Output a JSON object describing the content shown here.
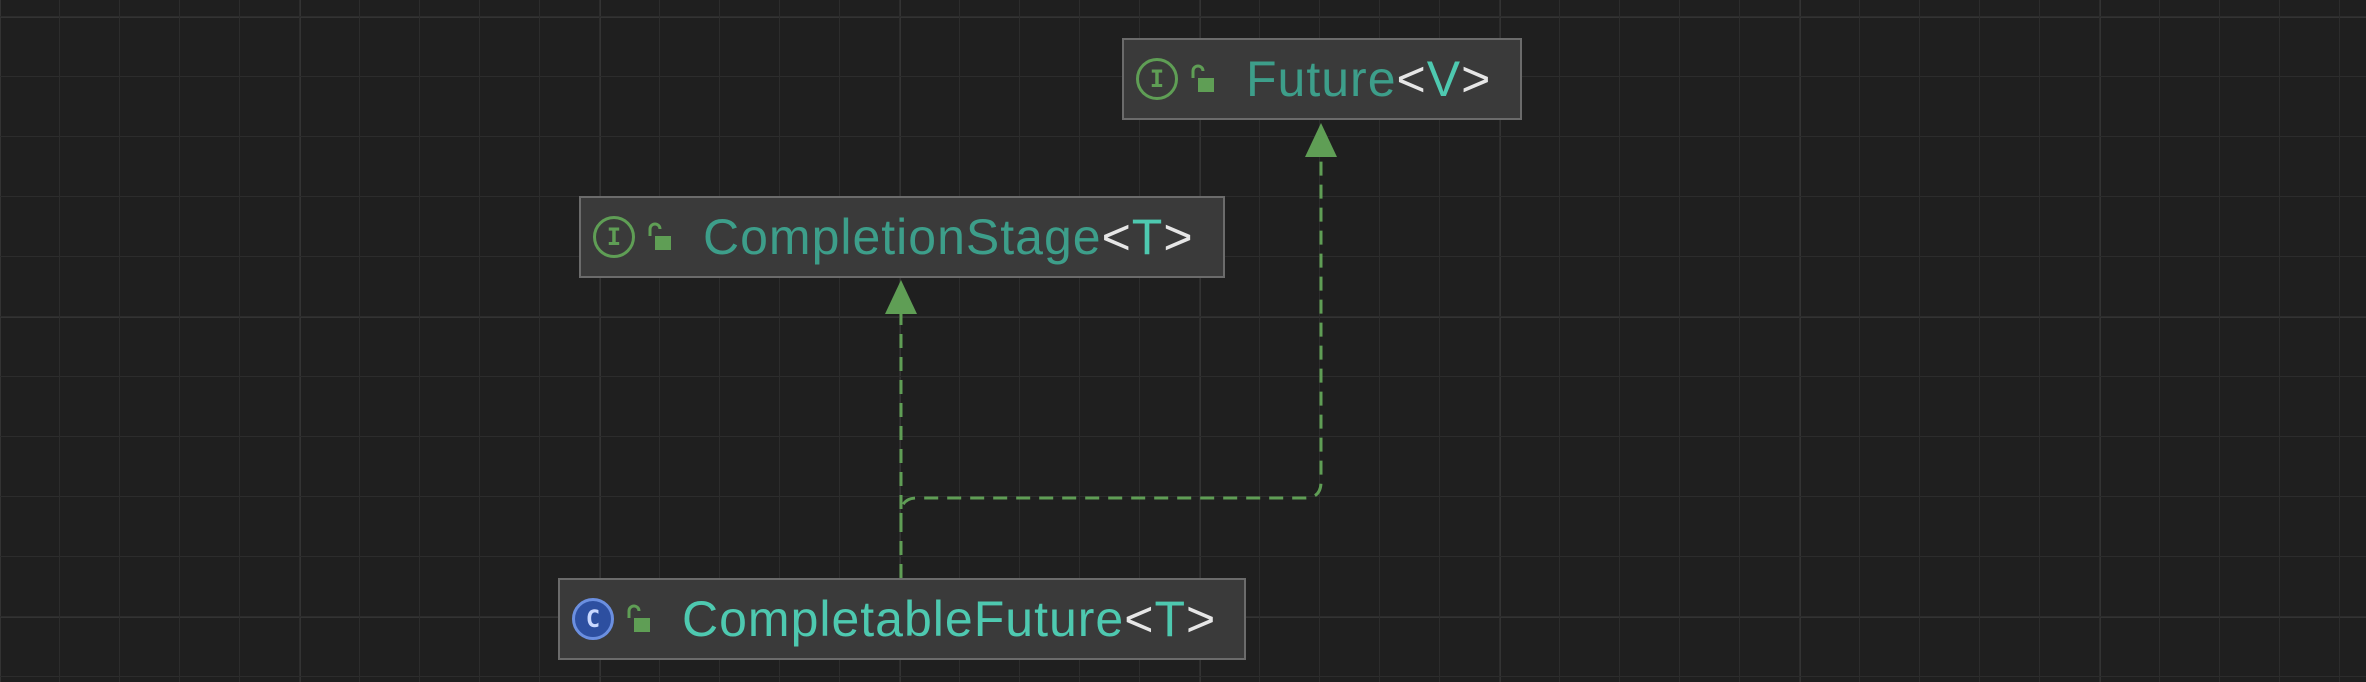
{
  "diagram": {
    "nodes": {
      "future": {
        "kind": "interface",
        "kind_glyph": "I",
        "name": "Future",
        "type_param": "V",
        "lock_icon": "unlocked-padlock-icon"
      },
      "completion_stage": {
        "kind": "interface",
        "kind_glyph": "I",
        "name": "CompletionStage",
        "type_param": "T",
        "lock_icon": "unlocked-padlock-icon"
      },
      "completable_future": {
        "kind": "class",
        "kind_glyph": "C",
        "name": "CompletableFuture",
        "type_param": "T",
        "lock_icon": "unlocked-padlock-icon"
      }
    },
    "edges": [
      {
        "from": "CompletableFuture",
        "to": "CompletionStage",
        "relation": "implements",
        "style": "dashed"
      },
      {
        "from": "CompletableFuture",
        "to": "Future",
        "relation": "implements",
        "style": "dashed"
      }
    ],
    "generic_open": "<",
    "generic_close": ">"
  },
  "colors": {
    "background": "#1f1f1f",
    "grid": "#2c2c2c",
    "node_fill": "#3a3a3a",
    "node_border": "#6b6b6b",
    "edge": "#5f9e55",
    "interface_icon": "#5f9e55",
    "class_icon": "#6b8fe0",
    "interface_name": "#3d9e8a",
    "class_name": "#4ec9b0"
  }
}
